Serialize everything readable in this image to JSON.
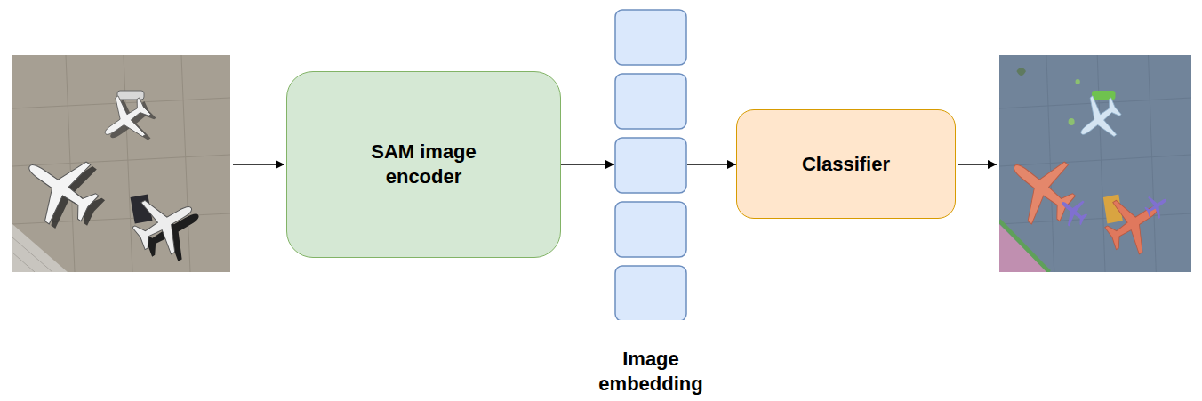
{
  "diagram": {
    "nodes": [
      {
        "text": [
          "SAM image encoder"
        ]
      },
      {
        "text": [
          "Image embedding"
        ]
      },
      {
        "text": [
          "Classifier"
        ]
      }
    ],
    "edges": [
      {
        "from": 0,
        "to": 1,
        "arrow": "to"
      },
      {
        "from": 1,
        "to": 2,
        "arrow": "to"
      }
    ]
  }
}
